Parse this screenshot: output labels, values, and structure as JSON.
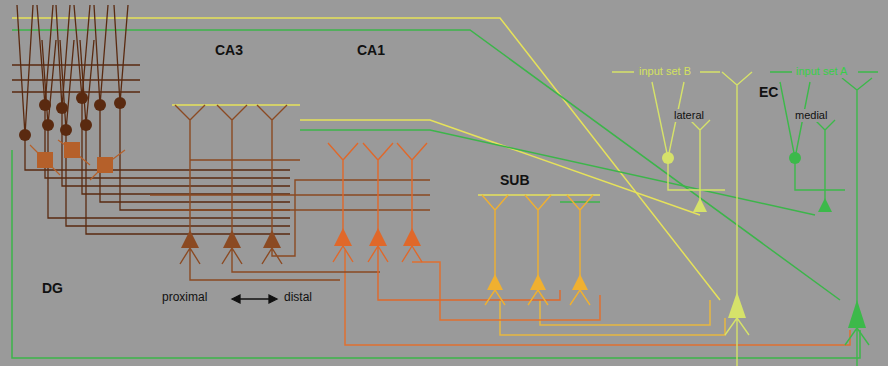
{
  "diagram": {
    "labels": [
      "CA3",
      "CA1",
      "SUB",
      "DG",
      "proximal",
      "distal",
      "EC",
      "lateral",
      "medial",
      "input set B",
      "input set A"
    ]
  }
}
